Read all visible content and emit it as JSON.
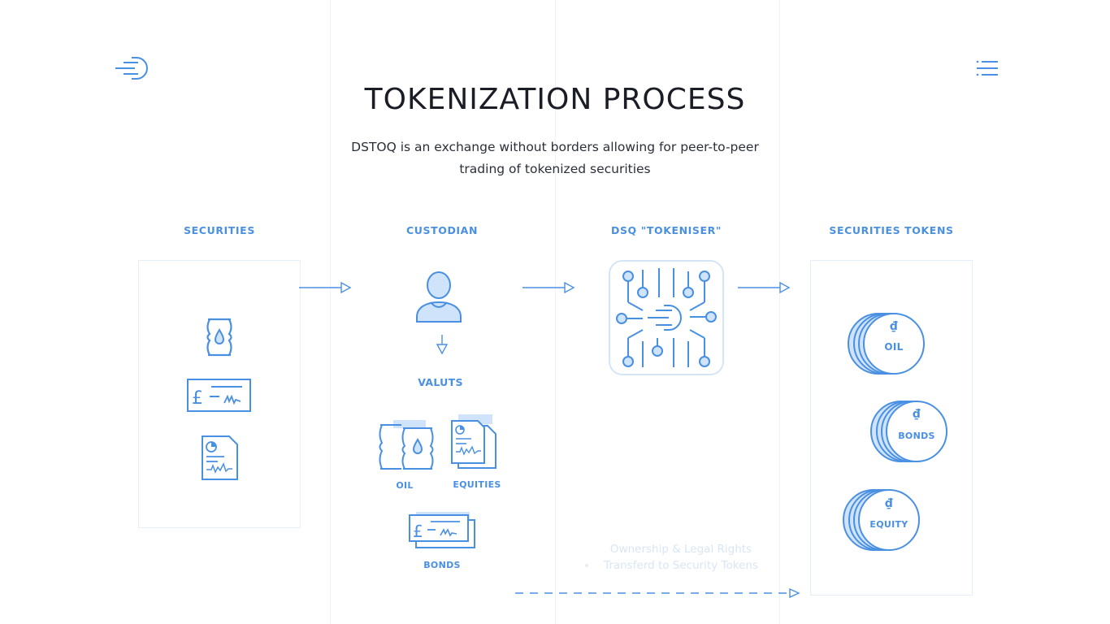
{
  "page": {
    "title": "TOKENIZATION PROCESS",
    "subtitle": "DSTOQ is an exchange without borders allowing for peer-to-peer trading of tokenized securities"
  },
  "columns": {
    "securities": "SECURITIES",
    "custodian": "CUSTODIAN",
    "tokeniser": "DSQ \"TOKENISER\"",
    "tokens": "SECURITIES TOKENS"
  },
  "vaults": {
    "label": "VALUTS",
    "oil": "OIL",
    "equities": "EQUITIES",
    "bonds": "BONDS"
  },
  "tokens": {
    "symbol": "₫",
    "oil": "OIL",
    "bonds": "BONDS",
    "equity": "EQUITY"
  },
  "note": {
    "line1": "Ownership & Legal Rights",
    "line2": "Transferd to Security Tokens"
  },
  "colors": {
    "accent": "#4a90e2",
    "accent_light": "#cfe3fa",
    "grid": "#eef3f9",
    "faint_text": "#d8e6f6"
  },
  "icons": [
    "logo-icon",
    "menu-icon",
    "oil-barrel-icon",
    "cheque-icon",
    "document-chart-icon",
    "user-icon",
    "chip-icon",
    "coin-stack-icon"
  ]
}
